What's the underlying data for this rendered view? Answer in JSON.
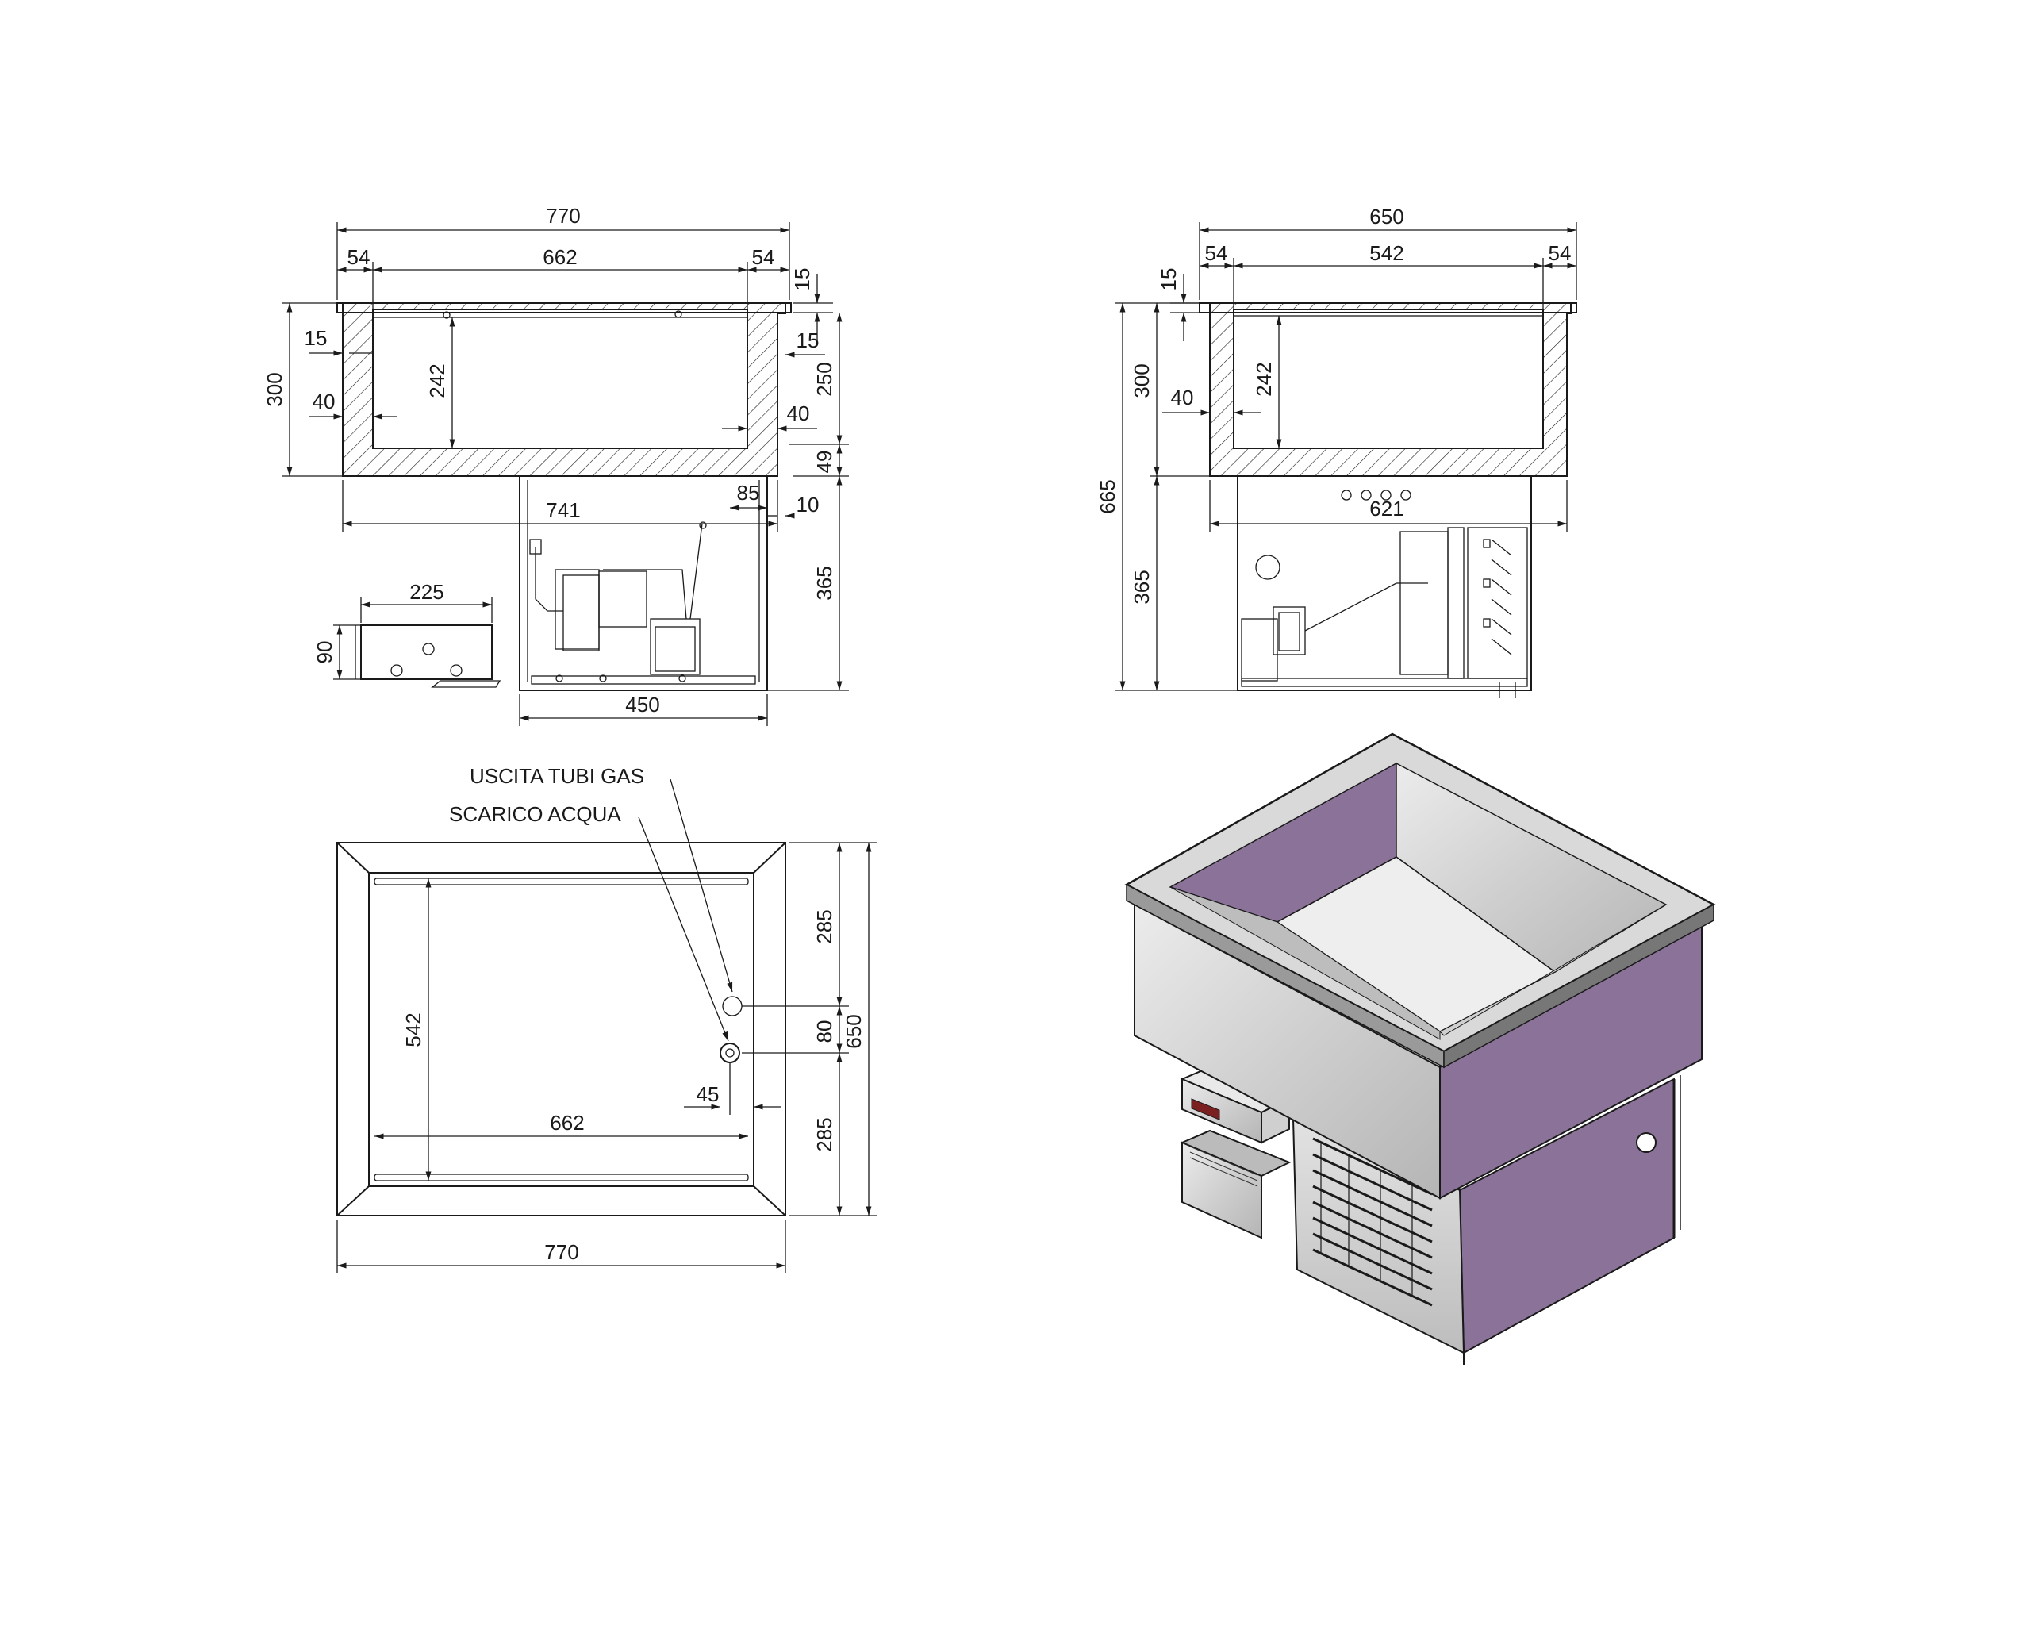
{
  "front_view": {
    "overall_width": "770",
    "flange_left": "54",
    "inner_width": "662",
    "flange_right": "54",
    "top_thickness": "15",
    "overall_height": "300",
    "wall_offset": "15",
    "inner_depth": "242",
    "wall_left": "40",
    "wall_right_top": "15",
    "wall_right": "40",
    "side_height": "250",
    "base_thickness": "49",
    "bottom_width": "741",
    "offset_85": "85",
    "offset_10": "10",
    "unit_height": "365",
    "unit_width": "450"
  },
  "control_box": {
    "width": "225",
    "height": "90"
  },
  "side_view": {
    "overall_width": "650",
    "flange_left": "54",
    "inner_width": "542",
    "flange_right": "54",
    "top_thickness": "15",
    "tub_height": "300",
    "total_height": "665",
    "inner_depth": "242",
    "wall": "40",
    "bottom_width": "621",
    "unit_height": "365"
  },
  "plan_view": {
    "label_gas": "USCITA TUBI GAS",
    "label_water": "SCARICO ACQUA",
    "inner_depth": "542",
    "inner_width": "662",
    "overall_width": "770",
    "seg_top": "285",
    "seg_mid": "80",
    "seg_bottom": "285",
    "overall_depth": "650",
    "drain_offset": "45"
  },
  "colors": {
    "line": "#1a1a1a",
    "purple_panel": "#8a7298",
    "steel": "#c9c9c9",
    "steel_light": "#e6e6e6",
    "steel_dark": "#9a9a9a"
  }
}
